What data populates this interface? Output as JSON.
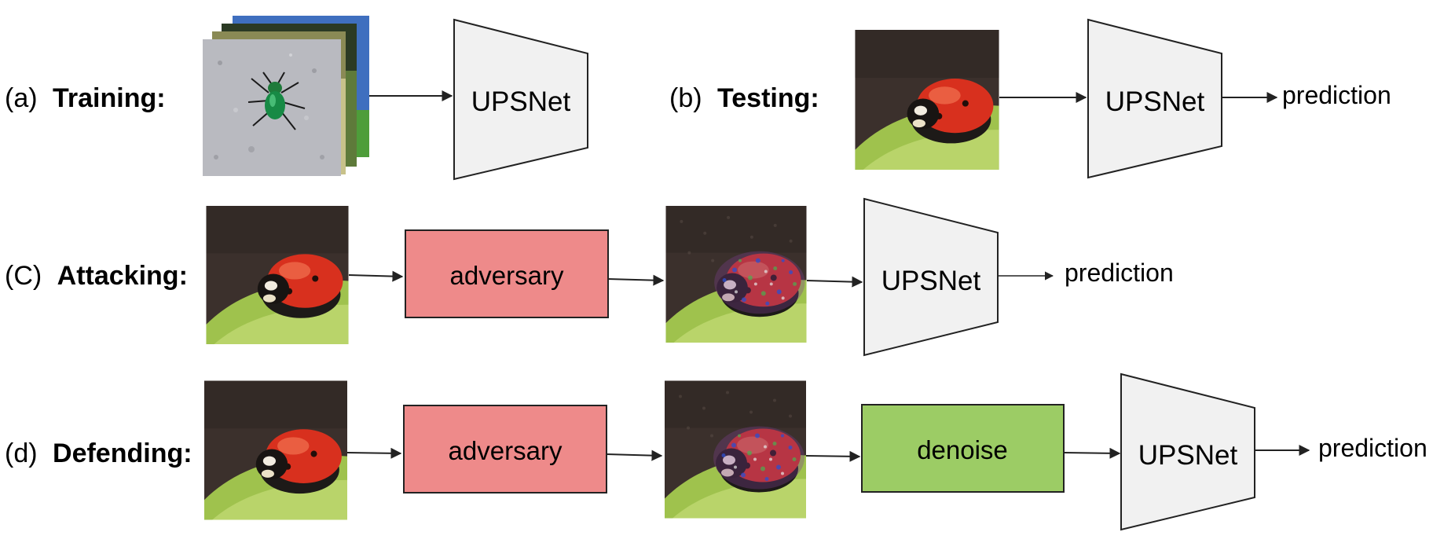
{
  "rows": {
    "training": {
      "prefix": "(a)",
      "label": "Training:",
      "model": "UPSNet"
    },
    "testing": {
      "prefix": "(b)",
      "label": "Testing:",
      "model": "UPSNet",
      "output": "prediction"
    },
    "attacking": {
      "prefix": "(C)",
      "label": "Attacking:",
      "adversary": "adversary",
      "model": "UPSNet",
      "output": "prediction"
    },
    "defending": {
      "prefix": "(d)",
      "label": "Defending:",
      "adversary": "adversary",
      "denoise": "denoise",
      "model": "UPSNet",
      "output": "prediction"
    }
  },
  "colors": {
    "adversary_box": "#ee8a8a",
    "denoise_box": "#9ccc65",
    "network_fill": "#f1f1f1",
    "stroke": "#222222"
  },
  "icons": {
    "training_images": "beetle-photo-stack",
    "ladybug": "ladybug-on-leaf-photo",
    "perturbed_ladybug": "noisy-ladybug-photo"
  }
}
